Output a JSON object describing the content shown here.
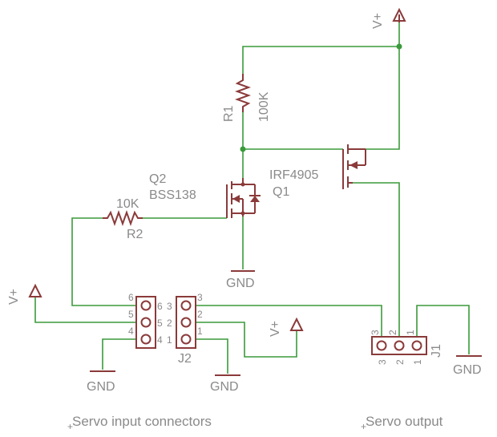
{
  "colors": {
    "wire": "#3b9a3b",
    "part": "#8b3a3a",
    "label": "#8a8a8a",
    "junction": "#3b9a3b"
  },
  "supply": {
    "label": "V+"
  },
  "ground": {
    "label": "GND"
  },
  "r1": {
    "ref": "R1",
    "value": "100K"
  },
  "r2": {
    "ref": "R2",
    "value": "10K"
  },
  "q1": {
    "ref": "Q1",
    "value": "IRF4905"
  },
  "q2": {
    "ref": "Q2",
    "value": "BSS138"
  },
  "j1": {
    "ref": "J1",
    "pins": [
      "3",
      "2",
      "1"
    ]
  },
  "j2": {
    "ref": "J2",
    "pins": [
      "3",
      "2",
      "1"
    ]
  },
  "input_header": {
    "pins_left": [
      "6",
      "5",
      "4"
    ],
    "pins_right": [
      "6",
      "5",
      "4"
    ]
  },
  "captions": {
    "inputs": "Servo input connectors",
    "output": "Servo output"
  }
}
